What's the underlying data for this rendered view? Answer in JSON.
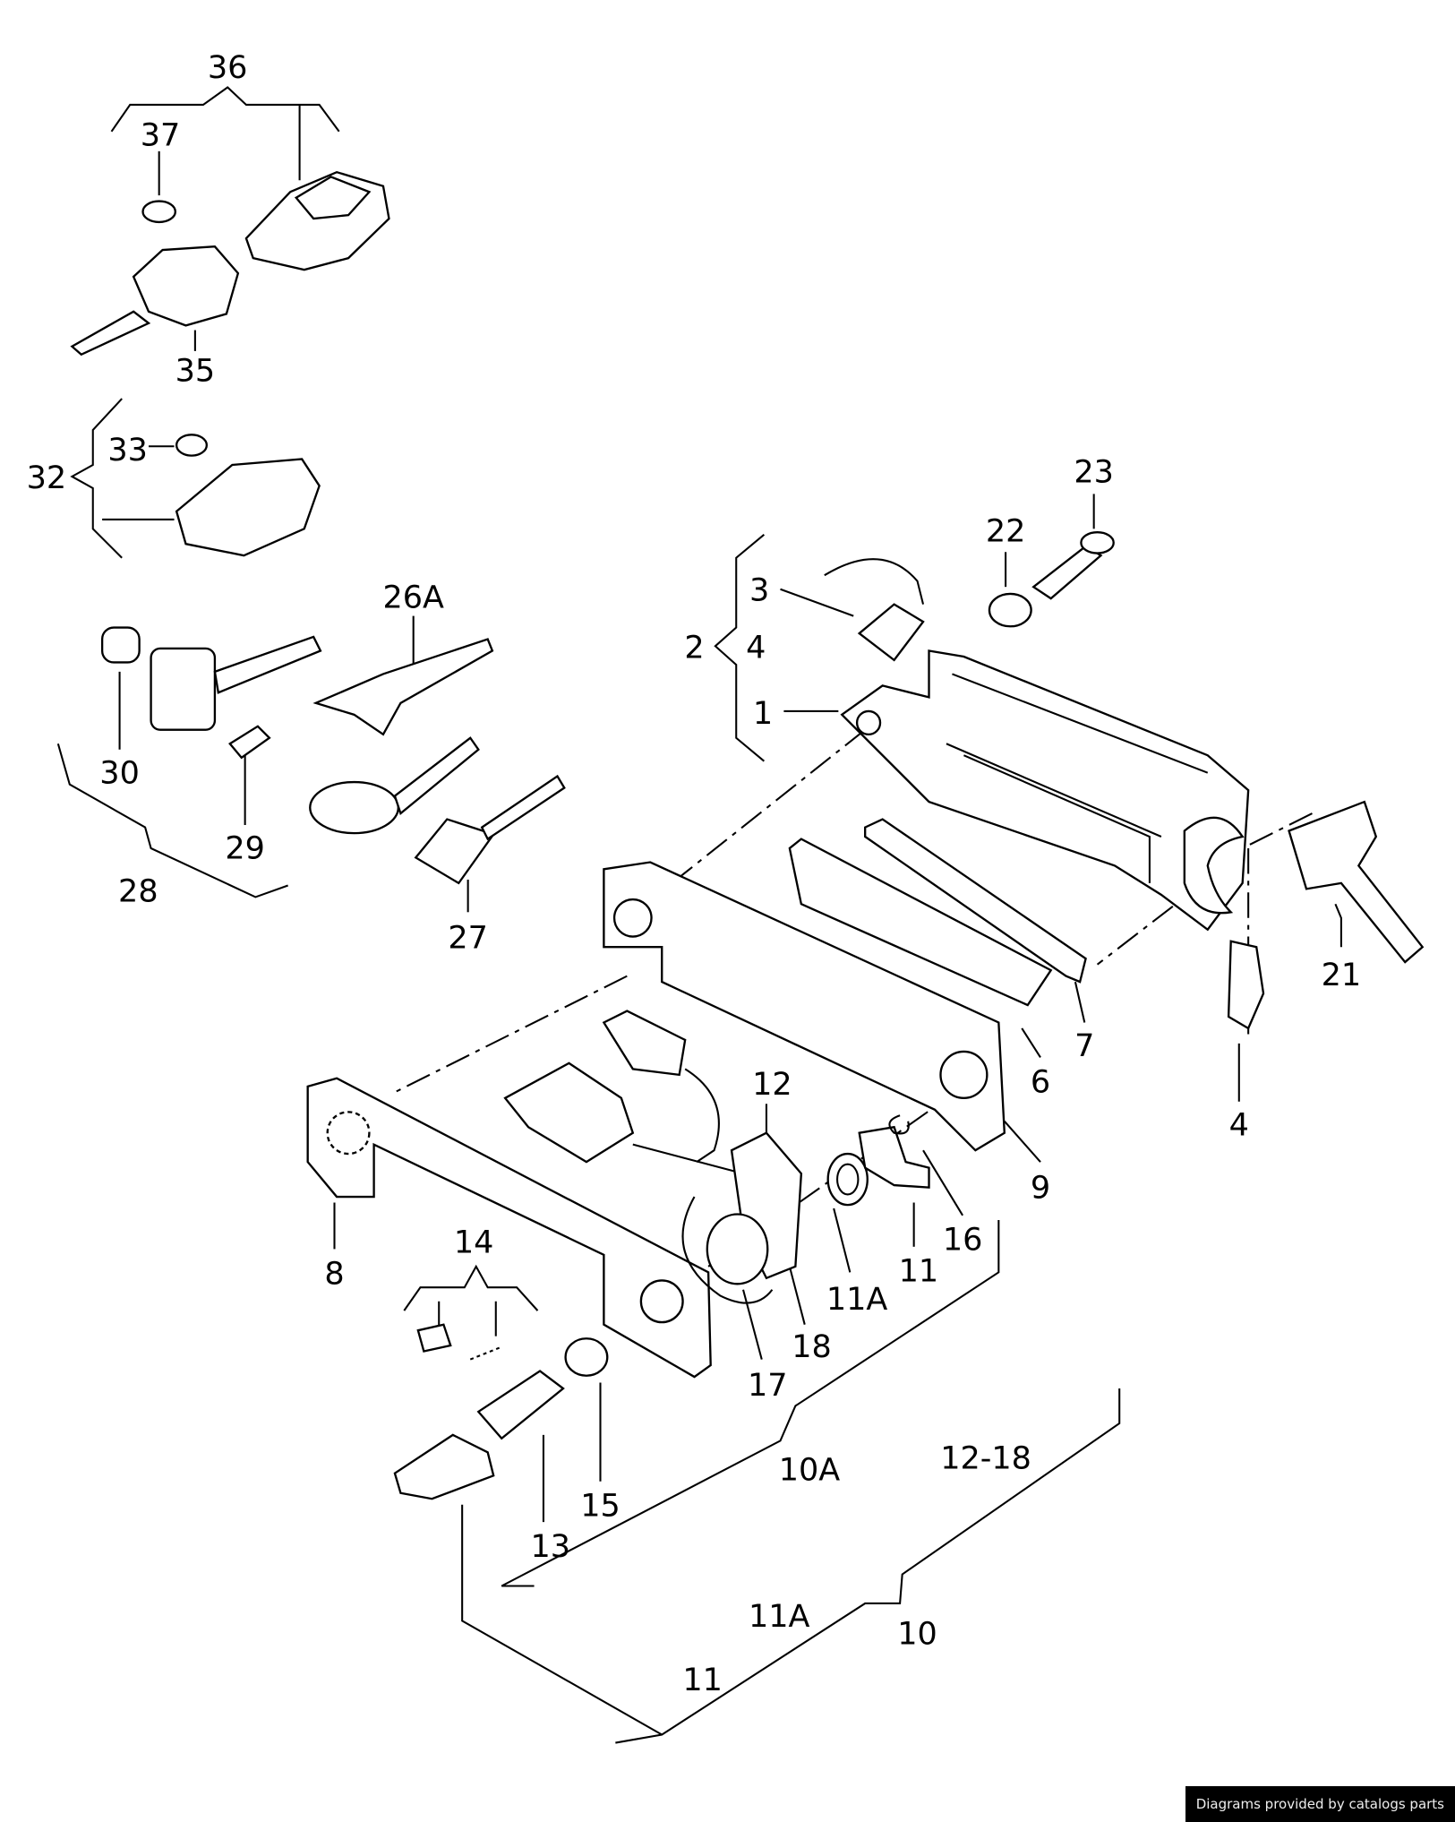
{
  "callouts": [
    "36",
    "37",
    "35",
    "33",
    "32",
    "26A",
    "30",
    "29",
    "28",
    "27",
    "23",
    "22",
    "3",
    "2",
    "4",
    "1",
    "21",
    "7",
    "6",
    "4",
    "12",
    "9",
    "16",
    "11",
    "11A",
    "8",
    "14",
    "18",
    "17",
    "15",
    "13",
    "10A",
    "12-18",
    "11A",
    "10",
    "11"
  ],
  "footer": "Diagrams provided by catalogs parts"
}
